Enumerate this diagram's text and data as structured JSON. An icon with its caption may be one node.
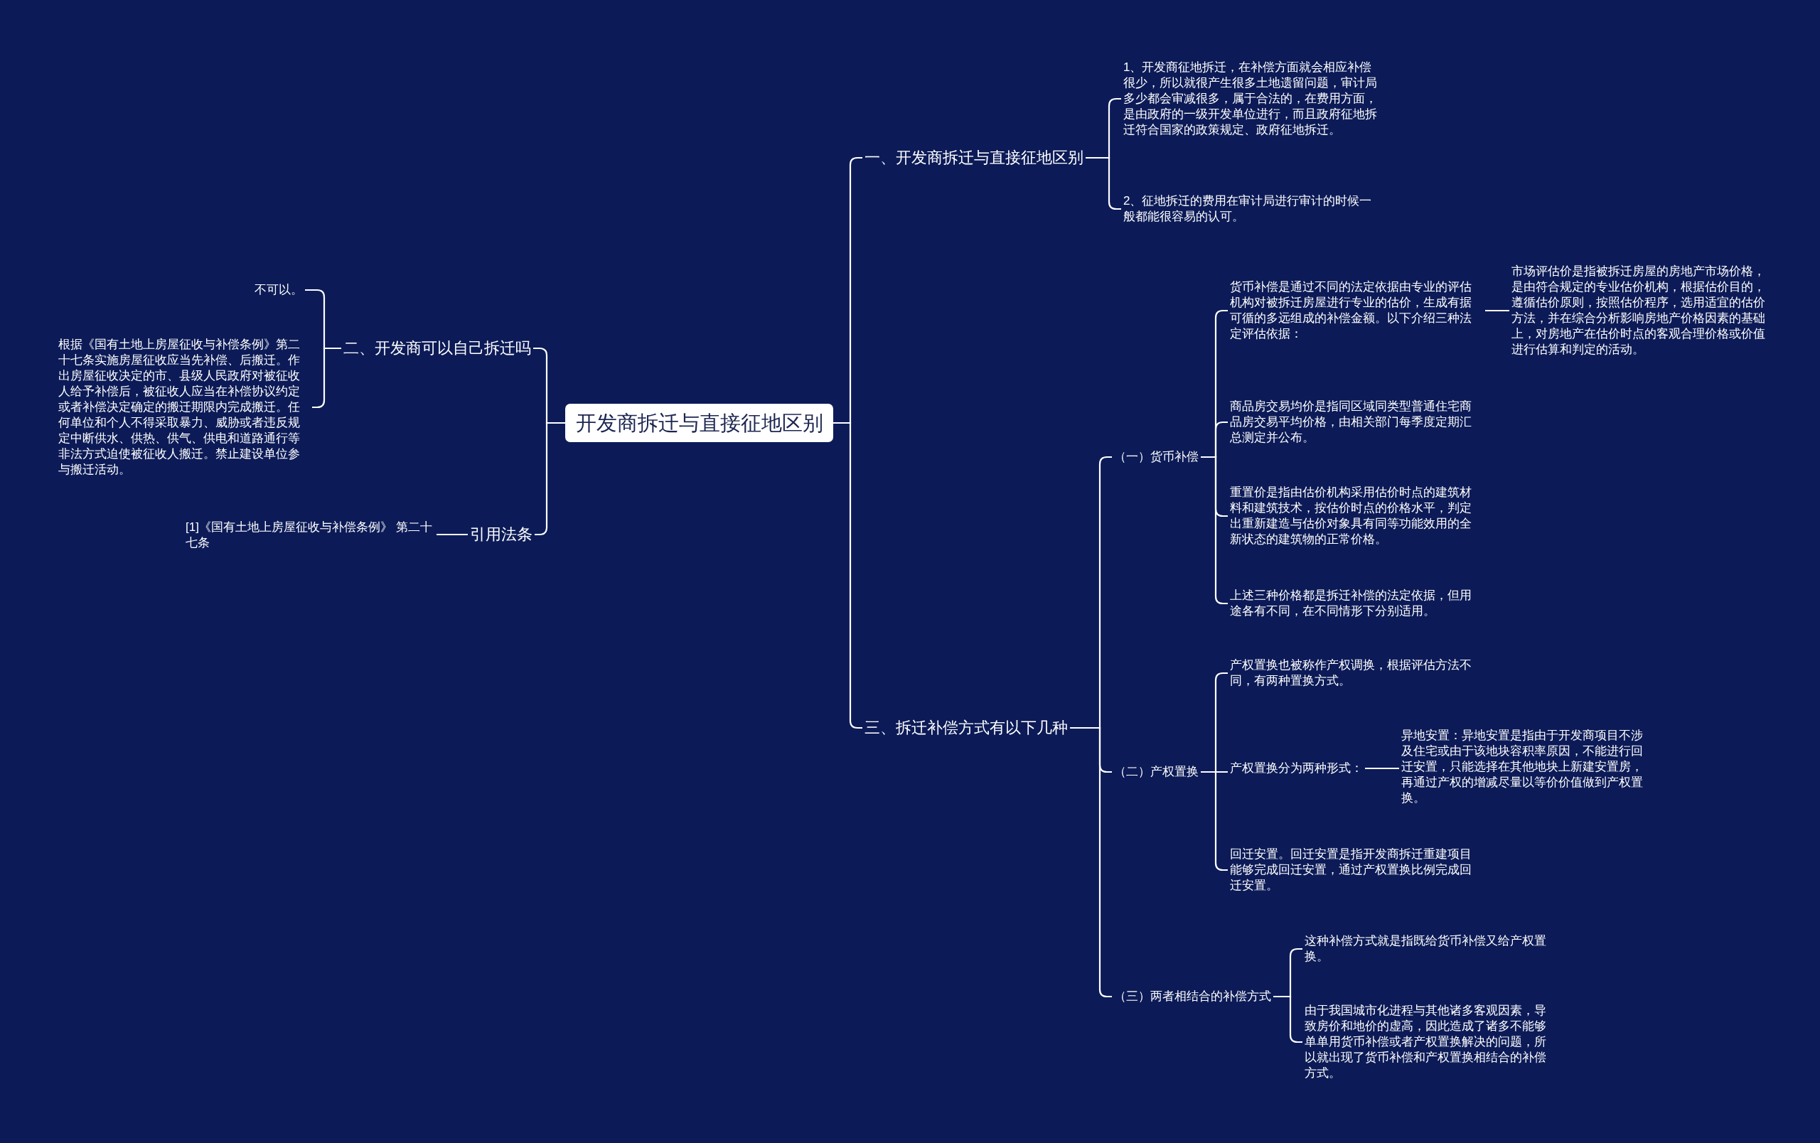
{
  "diagram": {
    "nodes": [
      {
        "text": [
          "开发商拆迁与直接征地区别"
        ]
      },
      {
        "text": [
          "一、开发商拆迁与直接征地区别"
        ]
      },
      {
        "text": [
          "1、开发商征地拆迁，在补偿方面就会相应补偿很少，所以就很产生很多土地遗留问题，审计局多少都会审减很多，属于合法的，在费用方面，是由政府的一级开发单位进行，而且政府征地拆迁符合国家的政策规定、政府征地拆迁。"
        ]
      },
      {
        "text": [
          "2、征地拆迁的费用在审计局进行审计的时候一般都能很容易的认可。"
        ]
      },
      {
        "text": [
          "二、开发商可以自己拆迁吗"
        ]
      },
      {
        "text": [
          "不可以。"
        ]
      },
      {
        "text": [
          "根据《国有土地上房屋征收与补偿条例》第二十七条实施房屋征收应当先补偿、后搬迁。作出房屋征收决定的市、县级人民政府对被征收人给予补偿后，被征收人应当在补偿协议约定或者补偿决定确定的搬迁期限内完成搬迁。任何单位和个人不得采取暴力、威胁或者违反规定中断供水、供热、供气、供电和道路通行等非法方式迫使被征收人搬迁。禁止建设单位参与搬迁活动。"
        ]
      },
      {
        "text": [
          "引用法条"
        ]
      },
      {
        "text": [
          "[1]《国有土地上房屋征收与补偿条例》 第二十七条"
        ]
      },
      {
        "text": [
          "三、拆迁补偿方式有以下几种"
        ]
      },
      {
        "text": [
          "（一）货币补偿"
        ]
      },
      {
        "text": [
          "货币补偿是通过不同的法定依据由专业的评估机构对被拆迁房屋进行专业的估价，生成有据可循的多远组成的补偿金额。以下介绍三种法定评估依据："
        ]
      },
      {
        "text": [
          "市场评估价是指被拆迁房屋的房地产市场价格，是由符合规定的专业估价机构，根据估价目的，遵循估价原则，按照估价程序，选用适宜的估价方法，并在综合分析影响房地产价格因素的基础上，对房地产在估价时点的客观合理价格或价值进行估算和判定的活动。"
        ]
      },
      {
        "text": [
          "商品房交易均价是指同区域同类型普通住宅商品房交易平均价格，由相关部门每季度定期汇总测定并公布。"
        ]
      },
      {
        "text": [
          "重置价是指由估价机构采用估价时点的建筑材料和建筑技术，按估价时点的价格水平，判定出重新建造与估价对象具有同等功能效用的全新状态的建筑物的正常价格。"
        ]
      },
      {
        "text": [
          "上述三种价格都是拆迁补偿的法定依据，但用途各有不同，在不同情形下分别适用。"
        ]
      },
      {
        "text": [
          "（二）产权置换"
        ]
      },
      {
        "text": [
          "产权置换也被称作产权调换，根据评估方法不同，有两种置换方式。"
        ]
      },
      {
        "text": [
          "产权置换分为两种形式："
        ]
      },
      {
        "text": [
          "异地安置：异地安置是指由于开发商项目不涉及住宅或由于该地块容积率原因，不能进行回迁安置，只能选择在其他地块上新建安置房，再通过产权的增减尽量以等价价值做到产权置换。"
        ]
      },
      {
        "text": [
          "回迁安置。回迁安置是指开发商拆迁重建项目能够完成回迁安置，通过产权置换比例完成回迁安置。"
        ]
      },
      {
        "text": [
          "（三）两者相结合的补偿方式"
        ]
      },
      {
        "text": [
          "这种补偿方式就是指既给货币补偿又给产权置换。"
        ]
      },
      {
        "text": [
          "由于我国城市化进程与其他诸多客观因素，导致房价和地价的虚高，因此造成了诸多不能够单单用货币补偿或者产权置换解决的问题，所以就出现了货币补偿和产权置换相结合的补偿方式。"
        ]
      }
    ],
    "edges": [
      {
        "from": 0,
        "to": 1,
        "arrow": "none"
      },
      {
        "from": 1,
        "to": 2,
        "arrow": "none"
      },
      {
        "from": 1,
        "to": 3,
        "arrow": "none"
      },
      {
        "from": 0,
        "to": 4,
        "arrow": "none"
      },
      {
        "from": 4,
        "to": 5,
        "arrow": "none"
      },
      {
        "from": 4,
        "to": 6,
        "arrow": "none"
      },
      {
        "from": 0,
        "to": 7,
        "arrow": "none"
      },
      {
        "from": 7,
        "to": 8,
        "arrow": "none"
      },
      {
        "from": 0,
        "to": 9,
        "arrow": "none"
      },
      {
        "from": 9,
        "to": 10,
        "arrow": "none"
      },
      {
        "from": 10,
        "to": 11,
        "arrow": "none"
      },
      {
        "from": 11,
        "to": 12,
        "arrow": "none"
      },
      {
        "from": 10,
        "to": 13,
        "arrow": "none"
      },
      {
        "from": 10,
        "to": 14,
        "arrow": "none"
      },
      {
        "from": 10,
        "to": 15,
        "arrow": "none"
      },
      {
        "from": 9,
        "to": 16,
        "arrow": "none"
      },
      {
        "from": 16,
        "to": 17,
        "arrow": "none"
      },
      {
        "from": 16,
        "to": 18,
        "arrow": "none"
      },
      {
        "from": 18,
        "to": 19,
        "arrow": "none"
      },
      {
        "from": 16,
        "to": 20,
        "arrow": "none"
      },
      {
        "from": 9,
        "to": 21,
        "arrow": "none"
      },
      {
        "from": 21,
        "to": 22,
        "arrow": "none"
      },
      {
        "from": 21,
        "to": 23,
        "arrow": "none"
      }
    ]
  }
}
